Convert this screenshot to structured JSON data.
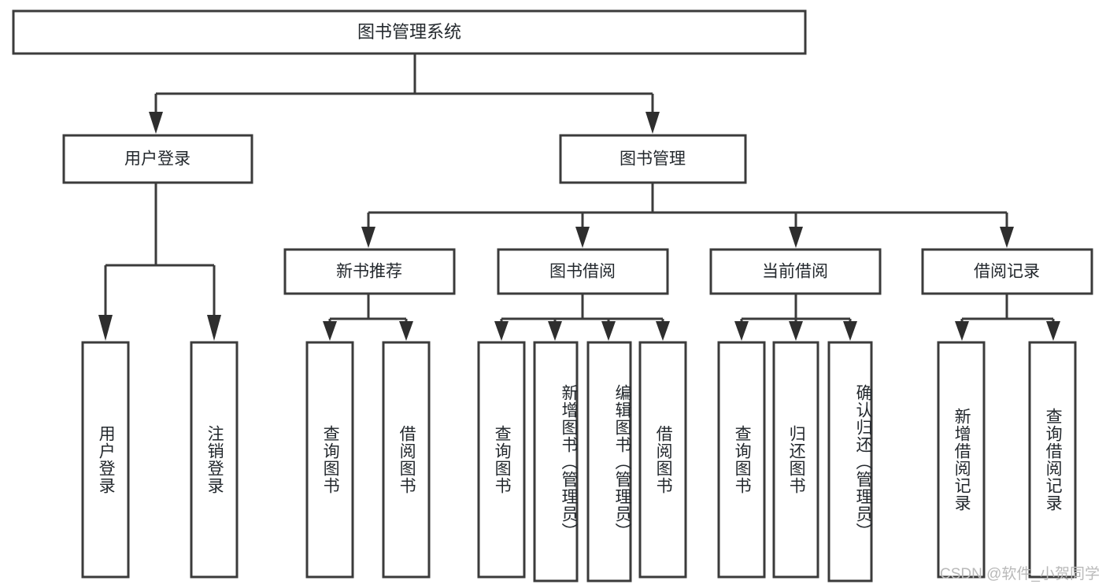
{
  "diagram": {
    "title": "图书管理系统",
    "type": "tree-hierarchy",
    "root": {
      "id": "root",
      "label": "图书管理系统"
    },
    "level2": [
      {
        "id": "user-login",
        "label": "用户登录"
      },
      {
        "id": "book-management",
        "label": "图书管理"
      }
    ],
    "level3": [
      {
        "id": "new-book-recommend",
        "label": "新书推荐",
        "parent": "book-management"
      },
      {
        "id": "book-borrow",
        "label": "图书借阅",
        "parent": "book-management"
      },
      {
        "id": "current-borrow",
        "label": "当前借阅",
        "parent": "book-management"
      },
      {
        "id": "borrow-record",
        "label": "借阅记录",
        "parent": "book-management"
      }
    ],
    "leaves": [
      {
        "id": "leaf-user-login",
        "label": "用户登录",
        "parent": "user-login"
      },
      {
        "id": "leaf-user-logout",
        "label": "注销登录",
        "parent": "user-login"
      },
      {
        "id": "leaf-query-book-1",
        "label": "查询图书",
        "parent": "new-book-recommend"
      },
      {
        "id": "leaf-borrow-book-1",
        "label": "借阅图书",
        "parent": "new-book-recommend"
      },
      {
        "id": "leaf-query-book-2",
        "label": "查询图书",
        "parent": "book-borrow"
      },
      {
        "id": "leaf-add-book",
        "label": "新增图书（管理员）",
        "parent": "book-borrow"
      },
      {
        "id": "leaf-edit-book",
        "label": "编辑图书（管理员）",
        "parent": "book-borrow"
      },
      {
        "id": "leaf-borrow-book-2",
        "label": "借阅图书",
        "parent": "book-borrow"
      },
      {
        "id": "leaf-query-book-3",
        "label": "查询图书",
        "parent": "current-borrow"
      },
      {
        "id": "leaf-return-book",
        "label": "归还图书",
        "parent": "current-borrow"
      },
      {
        "id": "leaf-confirm-return",
        "label": "确认归还（管理员）",
        "parent": "current-borrow"
      },
      {
        "id": "leaf-add-record",
        "label": "新增借阅记录",
        "parent": "borrow-record"
      },
      {
        "id": "leaf-query-record",
        "label": "查询借阅记录",
        "parent": "borrow-record"
      }
    ],
    "colors": {
      "box_fill": "#ffffff",
      "box_stroke": "#3b3b3b",
      "text": "#23282d",
      "connector": "#3b3b3b",
      "background": "#ffffff",
      "watermark": "#b9b9b9"
    }
  },
  "watermark": {
    "text": "CSDN @软件_小贺同学"
  }
}
